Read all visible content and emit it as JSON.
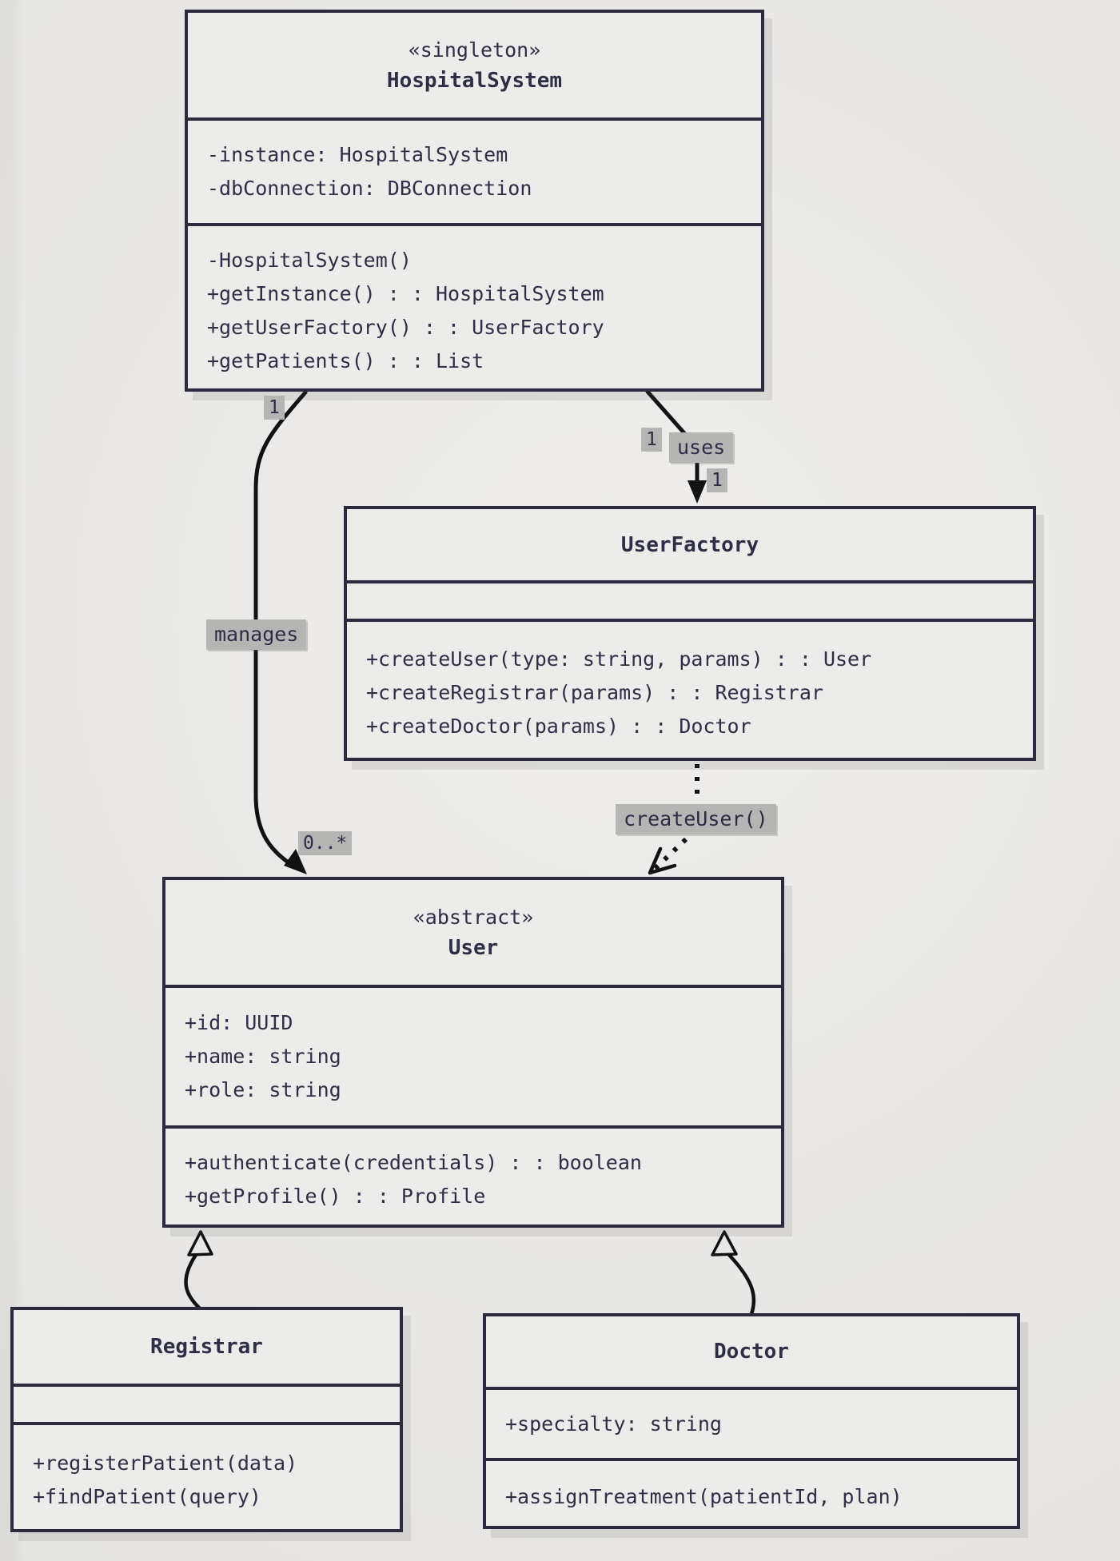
{
  "diagram": {
    "type": "uml-class-diagram",
    "colors": {
      "background": "#e9e8e6",
      "box_fill": "#ececea",
      "border": "#2b2b3d",
      "text": "#2e2e46",
      "edge_line": "#111111",
      "label_chip_bg": "#b5b5b4"
    },
    "classes": [
      {
        "id": "hospital-system",
        "stereotype": "«singleton»",
        "name": "HospitalSystem",
        "attributes": [
          "-instance: HospitalSystem",
          "-dbConnection: DBConnection"
        ],
        "methods": [
          "-HospitalSystem()",
          "+getInstance() : : HospitalSystem",
          "+getUserFactory() : : UserFactory",
          "+getPatients() : : List"
        ]
      },
      {
        "id": "user-factory",
        "stereotype": "",
        "name": "UserFactory",
        "attributes": [],
        "methods": [
          "+createUser(type: string, params) : : User",
          "+createRegistrar(params) : : Registrar",
          "+createDoctor(params) : : Doctor"
        ]
      },
      {
        "id": "user",
        "stereotype": "«abstract»",
        "name": "User",
        "attributes": [
          "+id: UUID",
          "+name: string",
          "+role: string"
        ],
        "methods": [
          "+authenticate(credentials) : : boolean",
          "+getProfile() : : Profile"
        ]
      },
      {
        "id": "registrar",
        "stereotype": "",
        "name": "Registrar",
        "attributes": [],
        "methods": [
          "+registerPatient(data)",
          "+findPatient(query)"
        ]
      },
      {
        "id": "doctor",
        "stereotype": "",
        "name": "Doctor",
        "attributes": [
          "+specialty: string"
        ],
        "methods": [
          "+assignTreatment(patientId, plan)"
        ]
      }
    ],
    "relationships": [
      {
        "type": "association",
        "label": "uses",
        "from": "HospitalSystem",
        "to": "UserFactory",
        "source_multiplicity": "1",
        "target_multiplicity": "1"
      },
      {
        "type": "association",
        "label": "manages",
        "from": "HospitalSystem",
        "to": "User",
        "source_multiplicity": "1",
        "target_multiplicity": "0..*"
      },
      {
        "type": "dependency",
        "label": "createUser()",
        "from": "UserFactory",
        "to": "User"
      },
      {
        "type": "inheritance",
        "label": "",
        "from": "Registrar",
        "to": "User"
      },
      {
        "type": "inheritance",
        "label": "",
        "from": "Doctor",
        "to": "User"
      }
    ]
  }
}
